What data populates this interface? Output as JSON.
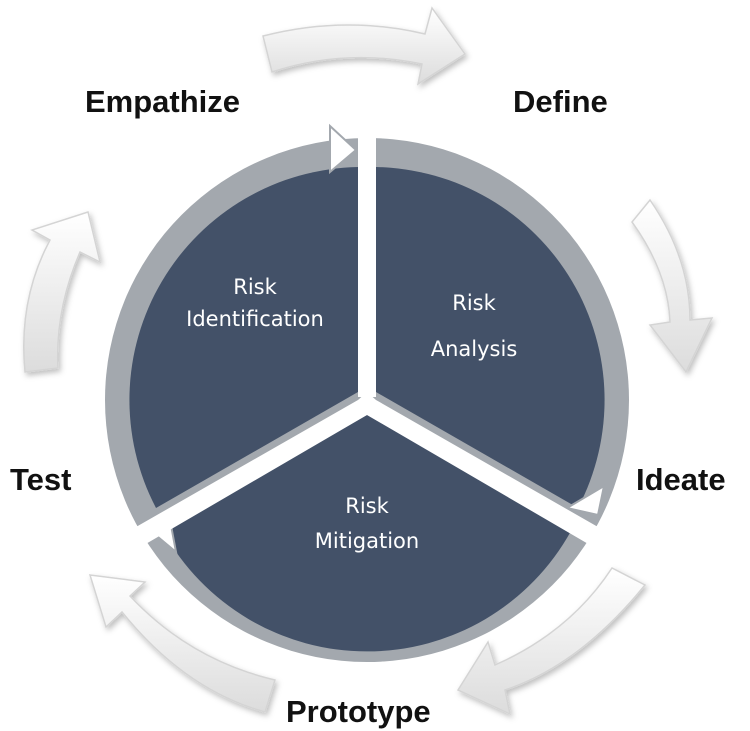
{
  "colors": {
    "segment_fill": "#435168",
    "ring": "#a3a8ae",
    "divider": "#ffffff",
    "arrow_light": "#ffffff",
    "arrow_dark": "#dcdcdc",
    "label_text": "#111111"
  },
  "stages": {
    "empathize": "Empathize",
    "define": "Define",
    "ideate": "Ideate",
    "prototype": "Prototype",
    "test": "Test"
  },
  "segments": {
    "identification": {
      "line1": "Risk",
      "line2": "Identification"
    },
    "analysis": {
      "line1": "Risk",
      "line2": "Analysis"
    },
    "mitigation": {
      "line1": "Risk",
      "line2": "Mitigation"
    }
  },
  "icons": {
    "outer_arrows": "curved-arrow-icon",
    "ring_arrows": "arrowhead-icon"
  }
}
